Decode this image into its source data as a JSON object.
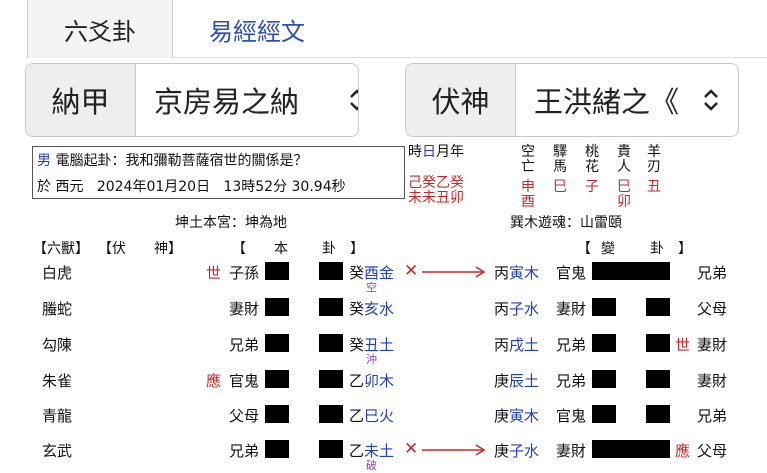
{
  "tabs": [
    "六爻卦",
    "易經經文"
  ],
  "selects": {
    "najia": {
      "label": "納甲",
      "value": "京房易之納"
    },
    "fushen": {
      "label": "伏神",
      "value": "王洪緒之《"
    }
  },
  "info": {
    "gender": "男",
    "question": "電腦起卦：我和彌勒菩薩宿世的關係是？",
    "date_prefix": "於 西元",
    "date": "2024年01月20日",
    "time": "13時52分 30.94秒"
  },
  "time_pillars": {
    "header_pre": "時",
    "header_day": "日",
    "header_post": "月年",
    "stems": "己癸乙癸",
    "branches": "未未丑卯"
  },
  "shensha": {
    "names": [
      [
        "空",
        "亡"
      ],
      [
        "驛",
        "馬"
      ],
      [
        "桃",
        "花"
      ],
      [
        "貴",
        "人"
      ],
      [
        "羊",
        "刃"
      ]
    ],
    "values": [
      [
        "申",
        "酉"
      ],
      [
        "巳"
      ],
      [
        "子"
      ],
      [
        "巳",
        "卯"
      ],
      [
        "丑"
      ]
    ]
  },
  "palace": {
    "main": "坤土本宮：坤為地",
    "changed": "巽木遊魂：山雷頤"
  },
  "headers": {
    "liushou": "【六獸】",
    "fushen": "【伏　　神】",
    "ben_l": "【",
    "ben": "本",
    "gua": "卦",
    "ben_r": "】",
    "bian_l": "【",
    "bian": "變",
    "bian_gua": "卦",
    "bian_r": "】"
  },
  "rows": [
    {
      "beast": "白虎",
      "marker": "世",
      "relation": "子孫",
      "stem": "癸",
      "branch": "酉",
      "element": "金",
      "note": "空",
      "moving": true,
      "arrow": "✕",
      "c_stem": "丙",
      "c_branch": "寅",
      "c_element": "木",
      "c_relation": "官鬼",
      "c_marker": "",
      "f_relation": "兄弟"
    },
    {
      "beast": "螣蛇",
      "marker": "",
      "relation": "妻財",
      "stem": "癸",
      "branch": "亥",
      "element": "水",
      "note": "",
      "moving": false,
      "arrow": "",
      "c_stem": "丙",
      "c_branch": "子",
      "c_element": "水",
      "c_relation": "妻財",
      "c_marker": "",
      "f_relation": "父母"
    },
    {
      "beast": "勾陳",
      "marker": "",
      "relation": "兄弟",
      "stem": "癸",
      "branch": "丑",
      "element": "土",
      "note": "沖",
      "moving": false,
      "arrow": "",
      "c_stem": "丙",
      "c_branch": "戌",
      "c_element": "土",
      "c_relation": "兄弟",
      "c_marker": "世",
      "f_relation": "妻財"
    },
    {
      "beast": "朱雀",
      "marker": "應",
      "relation": "官鬼",
      "stem": "乙",
      "branch": "卯",
      "element": "木",
      "note": "",
      "moving": false,
      "arrow": "",
      "c_stem": "庚",
      "c_branch": "辰",
      "c_element": "土",
      "c_relation": "兄弟",
      "c_marker": "",
      "f_relation": "妻財"
    },
    {
      "beast": "青龍",
      "marker": "",
      "relation": "父母",
      "stem": "乙",
      "branch": "巳",
      "element": "火",
      "note": "",
      "moving": false,
      "arrow": "",
      "c_stem": "庚",
      "c_branch": "寅",
      "c_element": "木",
      "c_relation": "官鬼",
      "c_marker": "",
      "f_relation": "兄弟"
    },
    {
      "beast": "玄武",
      "marker": "",
      "relation": "兄弟",
      "stem": "乙",
      "branch": "未",
      "element": "土",
      "note": "破",
      "moving": true,
      "arrow": "✕",
      "c_stem": "庚",
      "c_branch": "子",
      "c_element": "水",
      "c_relation": "妻財",
      "c_marker": "應",
      "f_relation": "父母"
    }
  ],
  "colors": {
    "red": "#c62828",
    "blue": "#1f3fbf",
    "purple": "#8e44ad",
    "link": "#2a4fbf"
  }
}
